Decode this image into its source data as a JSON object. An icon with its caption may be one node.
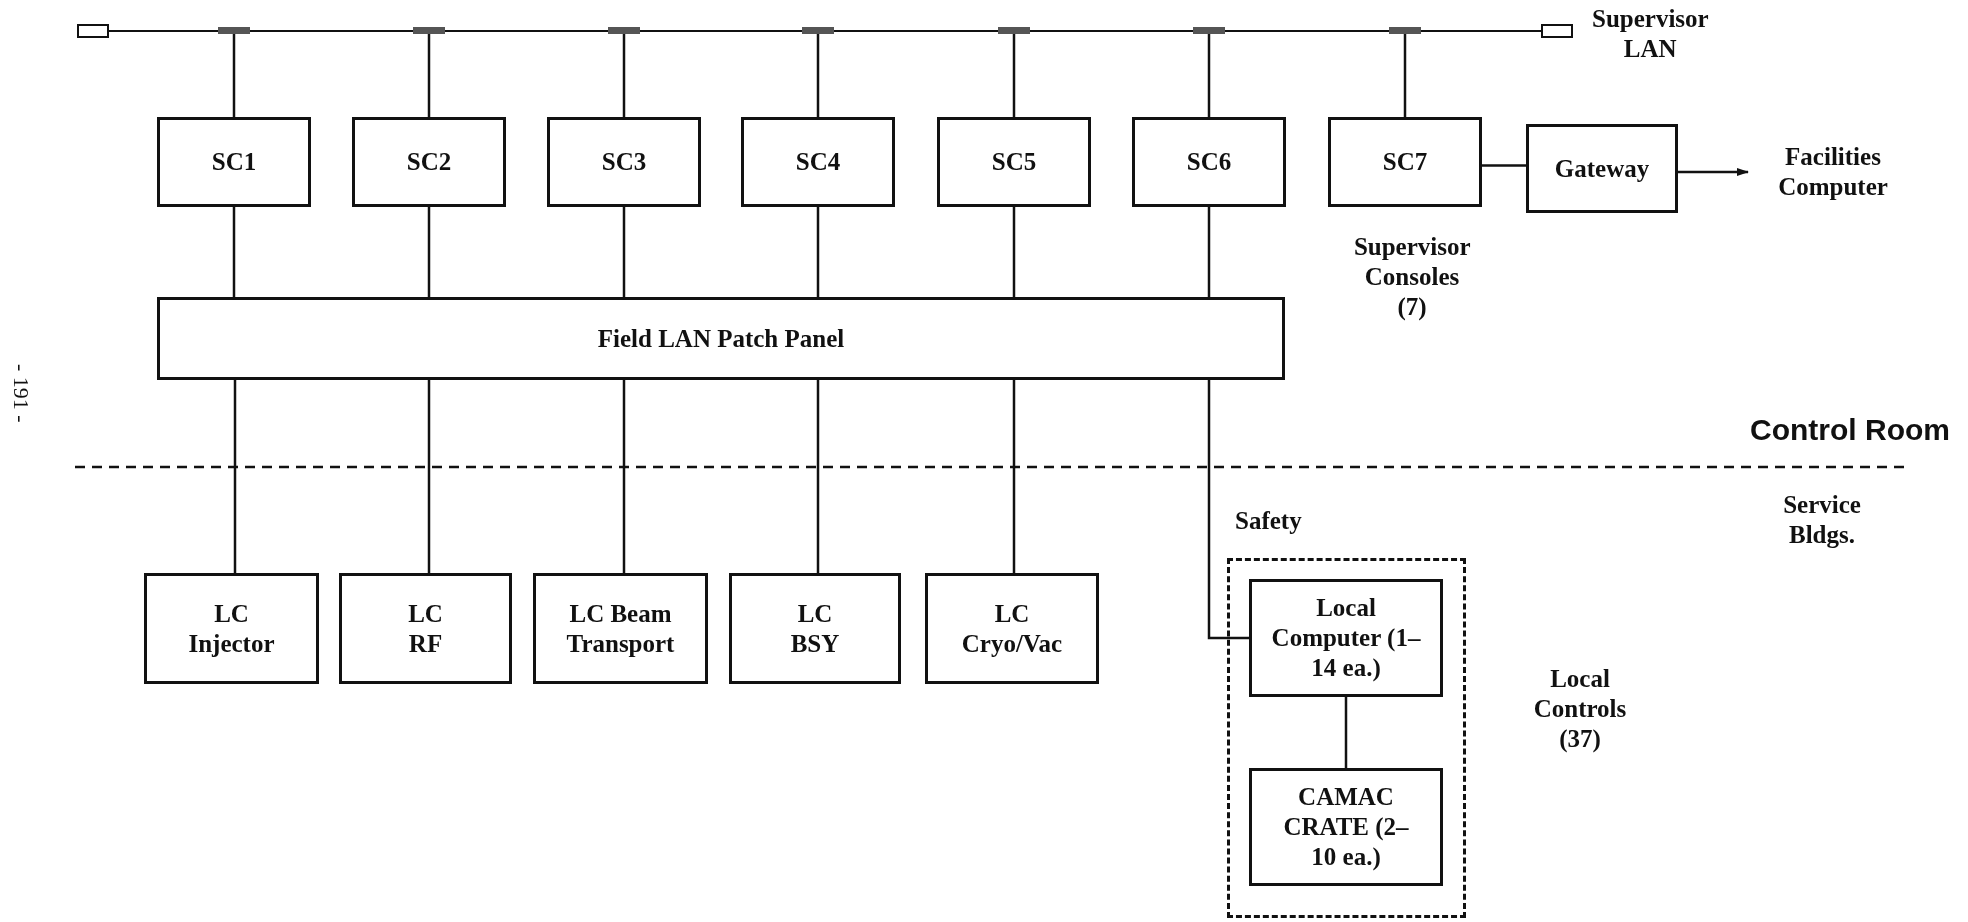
{
  "diagram": {
    "nodes": [
      {
        "text": [],
        "shape": "bar",
        "beside": [
          "Supervisor LAN"
        ]
      },
      {
        "text": [
          "SC1"
        ]
      },
      {
        "text": [
          "SC2"
        ]
      },
      {
        "text": [
          "SC3"
        ]
      },
      {
        "text": [
          "SC4"
        ]
      },
      {
        "text": [
          "SC5"
        ]
      },
      {
        "text": [
          "SC6"
        ]
      },
      {
        "text": [
          "SC7"
        ]
      },
      {
        "text": [
          "Gateway"
        ]
      },
      {
        "text": [
          "Facilities Computer"
        ]
      },
      {
        "text": [
          "Field LAN Patch Panel"
        ]
      },
      {
        "text": [
          "LC Injector"
        ]
      },
      {
        "text": [
          "LC RF"
        ]
      },
      {
        "text": [
          "LC Beam Transport"
        ]
      },
      {
        "text": [
          "LC BSY"
        ]
      },
      {
        "text": [
          "LC Cryo/Vac"
        ]
      },
      {
        "text": [
          "Safety"
        ]
      },
      {
        "text": [
          "Local Computer (1–14 ea.)"
        ],
        "in": 16
      },
      {
        "text": [
          "CAMAC CRATE (2–10 ea.)"
        ],
        "in": 16
      }
    ],
    "edges": [
      {
        "from": 0,
        "to": 1,
        "arrow": "none"
      },
      {
        "from": 0,
        "to": 2,
        "arrow": "none"
      },
      {
        "from": 0,
        "to": 3,
        "arrow": "none"
      },
      {
        "from": 0,
        "to": 4,
        "arrow": "none"
      },
      {
        "from": 0,
        "to": 5,
        "arrow": "none"
      },
      {
        "from": 0,
        "to": 6,
        "arrow": "none"
      },
      {
        "from": 0,
        "to": 7,
        "arrow": "none"
      },
      {
        "from": 7,
        "to": 8,
        "arrow": "none"
      },
      {
        "from": 8,
        "to": 9,
        "arrow": "to"
      },
      {
        "from": 1,
        "to": 10,
        "arrow": "none"
      },
      {
        "from": 2,
        "to": 10,
        "arrow": "none"
      },
      {
        "from": 3,
        "to": 10,
        "arrow": "none"
      },
      {
        "from": 4,
        "to": 10,
        "arrow": "none"
      },
      {
        "from": 5,
        "to": 10,
        "arrow": "none"
      },
      {
        "from": 6,
        "to": 10,
        "arrow": "none"
      },
      {
        "from": 10,
        "to": 11,
        "arrow": "none"
      },
      {
        "from": 10,
        "to": 12,
        "arrow": "none"
      },
      {
        "from": 10,
        "to": 13,
        "arrow": "none"
      },
      {
        "from": 10,
        "to": 14,
        "arrow": "none"
      },
      {
        "from": 10,
        "to": 15,
        "arrow": "none"
      },
      {
        "from": 10,
        "to": 17,
        "arrow": "none"
      },
      {
        "from": 17,
        "to": 18,
        "arrow": "none"
      }
    ],
    "labels": [
      "- 191 -",
      "Supervisor Consoles (7)",
      "Control Room",
      "Service Bldgs.",
      "Local Controls (37)"
    ]
  }
}
